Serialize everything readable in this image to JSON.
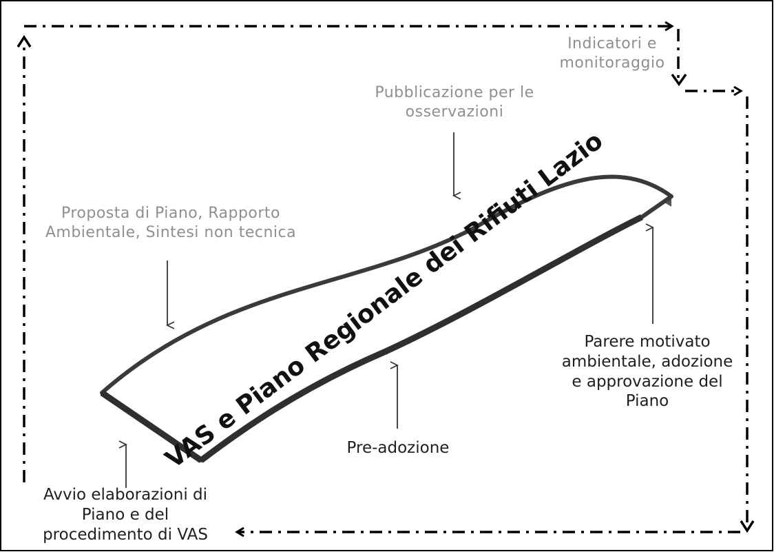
{
  "banner": {
    "title": "VAS e Piano Regionale dei Rifiuti Lazio"
  },
  "labels": {
    "indicatori": [
      "Indicatori e",
      "monitoraggio"
    ],
    "pubblicazione": [
      "Pubblicazione per le",
      "osservazioni"
    ],
    "proposta": [
      "Proposta di Piano, Rapporto",
      "Ambientale, Sintesi non tecnica"
    ],
    "parere": [
      "Parere motivato",
      "ambientale, adozione",
      "e approvazione del",
      "Piano"
    ],
    "preadozione": "Pre-adozione",
    "avvio": [
      "Avvio elaborazioni di",
      "Piano e del",
      "procedimento di VAS"
    ]
  },
  "colors": {
    "frame": "#000000",
    "banner_fill": "#ffffff",
    "banner_edge": "#3a3a3a",
    "banner_text": "#111111",
    "light_text": "#8f8f8f",
    "dark_text": "#1f1f1f"
  }
}
